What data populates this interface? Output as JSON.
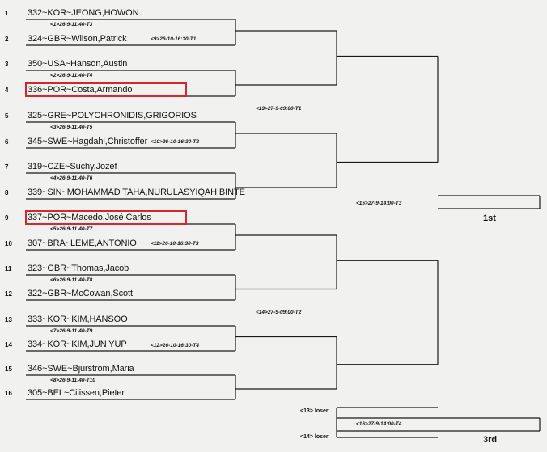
{
  "seeds": [
    "1",
    "2",
    "3",
    "4",
    "5",
    "6",
    "7",
    "8",
    "9",
    "10",
    "11",
    "12",
    "13",
    "14",
    "15",
    "16"
  ],
  "players": [
    {
      "text": "332~KOR~JEONG,HOWON",
      "highlight": false
    },
    {
      "text": "324~GBR~Wilson,Patrick",
      "highlight": false
    },
    {
      "text": "350~USA~Hanson,Austin",
      "highlight": false
    },
    {
      "text": "336~POR~Costa,Armando",
      "highlight": true
    },
    {
      "text": "325~GRE~POLYCHRONIDIS,GRIGORIOS",
      "highlight": false
    },
    {
      "text": "345~SWE~Hagdahl,Christoffer",
      "highlight": false
    },
    {
      "text": "319~CZE~Suchy,Jozef",
      "highlight": false
    },
    {
      "text": "339~SIN~MOHAMMAD TAHA,NURULASYIQAH BINTE",
      "highlight": false
    },
    {
      "text": "337~POR~Macedo,José Carlos",
      "highlight": true
    },
    {
      "text": "307~BRA~LEME,ANTONIO",
      "highlight": false
    },
    {
      "text": "323~GBR~Thomas,Jacob",
      "highlight": false
    },
    {
      "text": "322~GBR~McCowan,Scott",
      "highlight": false
    },
    {
      "text": "333~KOR~KIM,HANSOO",
      "highlight": false
    },
    {
      "text": "334~KOR~KIM,JUN YUP",
      "highlight": false
    },
    {
      "text": "346~SWE~Bjurstrom,Maria",
      "highlight": false
    },
    {
      "text": "305~BEL~Cilissen,Pieter",
      "highlight": false
    }
  ],
  "round1": [
    "<1>26-9-11:40-T3",
    "<2>26-9-11:40-T4",
    "<3>26-9-11:40-T5",
    "<4>26-9-11:40-T6",
    "<5>26-9-11:40-T7",
    "<6>26-9-11:40-T8",
    "<7>26-9-11:40-T9",
    "<8>26-9-11:40-T10"
  ],
  "round2": [
    "<9>26-10-16:30-T1",
    "<10>26-10-16:30-T2",
    "<11>26-10-16:30-T3",
    "<12>26-10-16:30-T4"
  ],
  "round3": [
    "<13>27-9-09:00-T1",
    "<14>27-9-09:00-T2"
  ],
  "final": "<15>27-9-14:00-T3",
  "first_label": "1st",
  "third_place": {
    "loser13": "<13> loser",
    "loser14": "<14> loser",
    "match": "<16>27-9-14:00-T4",
    "label": "3rd"
  },
  "colors": {
    "line": "#1a1a1a",
    "highlight": "#d9262c",
    "paper": "#f1f1ef"
  }
}
